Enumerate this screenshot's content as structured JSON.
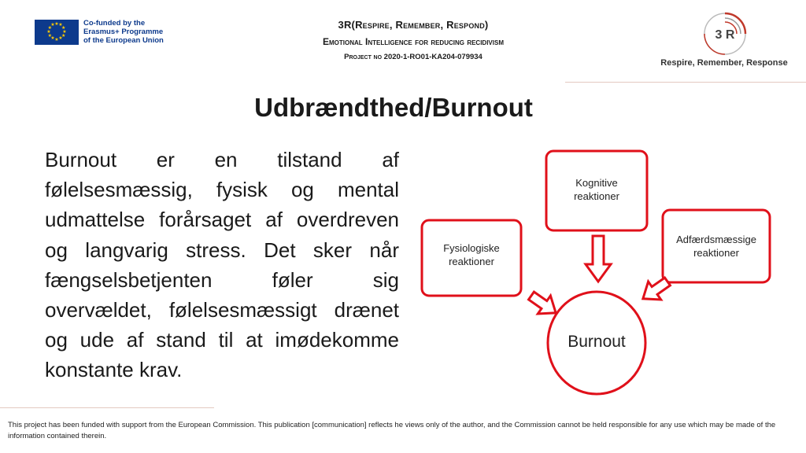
{
  "eu_logo": {
    "lines": [
      "Co-funded by the",
      "Erasmus+ Programme",
      "of the European Union"
    ]
  },
  "header": {
    "line1": "3R(Respire, Remember, Respond)",
    "line2": "Emotional Intelligence for reducing recidivism",
    "line3": "Project no 2020-1-RO01-KA204-079934"
  },
  "logo3r": {
    "mark": "3 R",
    "tagline": "Respire, Remember, Response"
  },
  "title": "Udbrændthed/Burnout",
  "body_text": "Burnout er en tilstand af følelsesmæssig, fysisk og mental udmattelse forårsaget af overdreven og langvarig stress. Det sker når fængselsbetjenten føler sig overvældet, følelsesmæssigt drænet og ude af stand til at imødekomme konstante krav.",
  "diagram": {
    "top_box": [
      "Kognitive",
      "reaktioner"
    ],
    "left_box": [
      "Fysiologiske",
      "reaktioner"
    ],
    "right_box": [
      "Adfærdsmæssige",
      "reaktioner"
    ],
    "center": "Burnout",
    "colors": {
      "border": "#e0101a",
      "arrow": "#e0101a"
    }
  },
  "footer": "This project has been funded with support from the European Commission. This publication [communication] reflects he views only of the author, and the Commission cannot be held responsible for any use which may be made of the information contained therein."
}
